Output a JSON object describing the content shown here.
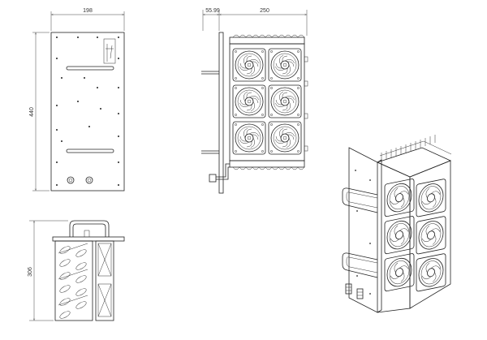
{
  "dimensions": {
    "front_width": "198",
    "front_height": "440",
    "side_offset": "55.99",
    "side_width": "250",
    "bottom_height": "306"
  },
  "colors": {
    "line": "#222222",
    "background": "#ffffff"
  }
}
